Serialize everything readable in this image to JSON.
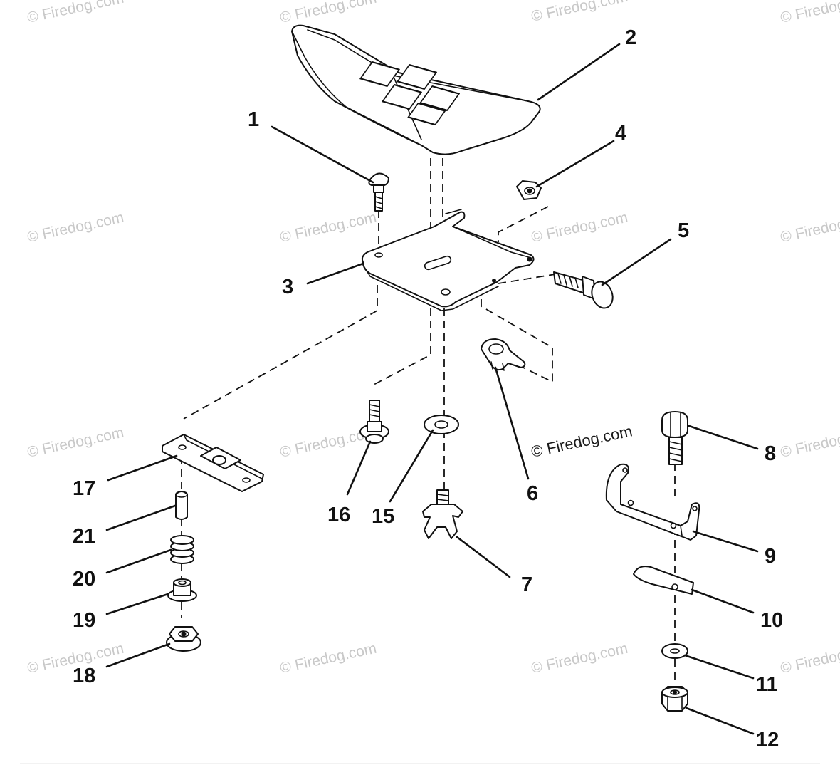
{
  "diagram": {
    "watermark": "© Firedog.com",
    "callouts": {
      "c1": "1",
      "c2": "2",
      "c3": "3",
      "c4": "4",
      "c5": "5",
      "c6": "6",
      "c7": "7",
      "c8": "8",
      "c9": "9",
      "c10": "10",
      "c11": "11",
      "c12": "12",
      "c15": "15",
      "c16": "16",
      "c17": "17",
      "c18": "18",
      "c19": "19",
      "c20": "20",
      "c21": "21"
    }
  }
}
